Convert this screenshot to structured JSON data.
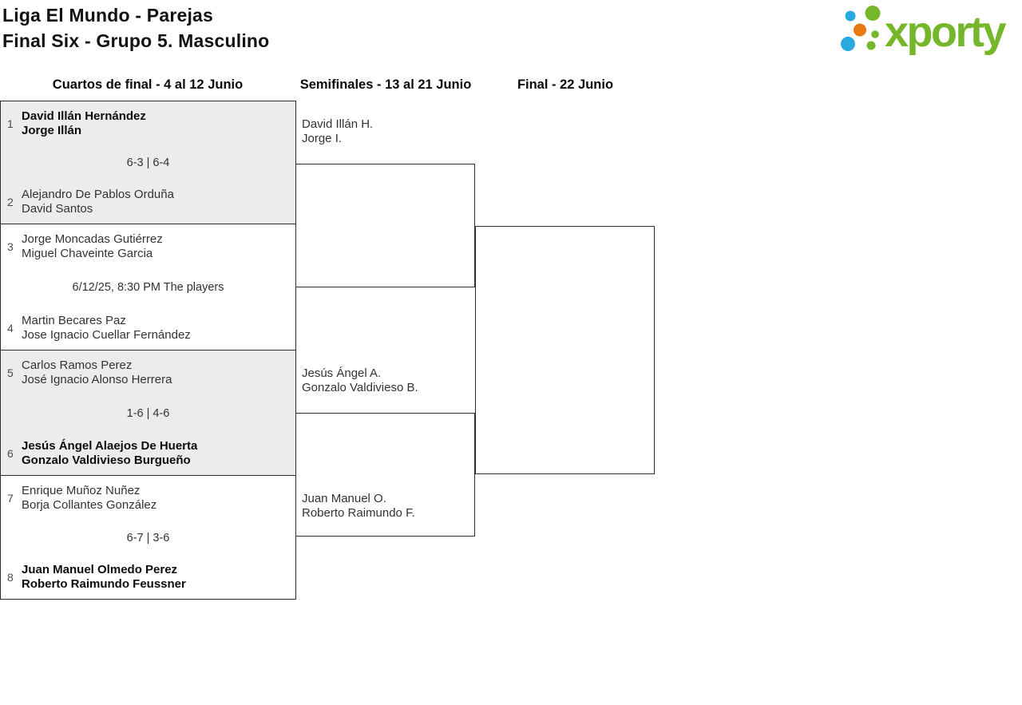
{
  "header": {
    "title_line1": "Liga El Mundo - Parejas",
    "title_line2": "Final Six - Grupo 5. Masculino"
  },
  "logo": {
    "text": "xporty",
    "colors": {
      "green": "#76b62a",
      "blue": "#29a9e0",
      "orange": "#e87913"
    }
  },
  "round_headers": [
    {
      "label": "Cuartos de final - 4 al 12 Junio"
    },
    {
      "label": "Semifinales - 13 al 21 Junio"
    },
    {
      "label": "Final - 22 Junio"
    }
  ],
  "quarterfinals": [
    {
      "team_a": {
        "seed": "1",
        "players": [
          "David Illán Hernández",
          "Jorge Illán"
        ],
        "winner": true
      },
      "center": "6-3 | 6-4",
      "team_b": {
        "seed": "2",
        "players": [
          "Alejandro De Pablos Orduña",
          "David Santos"
        ],
        "winner": false
      }
    },
    {
      "team_a": {
        "seed": "3",
        "players": [
          "Jorge Moncadas Gutiérrez",
          "Miguel Chaveinte Garcia"
        ],
        "winner": false
      },
      "center": "6/12/25, 8:30 PM The players",
      "team_b": {
        "seed": "4",
        "players": [
          "Martin Becares Paz",
          "Jose Ignacio Cuellar Fernández"
        ],
        "winner": false
      }
    },
    {
      "team_a": {
        "seed": "5",
        "players": [
          "Carlos Ramos Perez",
          "José Ignacio Alonso Herrera"
        ],
        "winner": false
      },
      "center": "1-6 | 4-6",
      "team_b": {
        "seed": "6",
        "players": [
          "Jesús Ángel Alaejos De Huerta",
          "Gonzalo Valdivieso Burgueño"
        ],
        "winner": true
      }
    },
    {
      "team_a": {
        "seed": "7",
        "players": [
          "Enrique Muñoz Nuñez",
          "Borja Collantes González"
        ],
        "winner": false
      },
      "center": "6-7 | 3-6",
      "team_b": {
        "seed": "8",
        "players": [
          "Juan Manuel Olmedo Perez",
          "Roberto Raimundo Feussner"
        ],
        "winner": true
      }
    }
  ],
  "semifinals": {
    "sf1_slot_a": {
      "player1": "David Illán H.",
      "player2": "Jorge I."
    },
    "sf2_slot_a": {
      "player1": "Jesús Ángel A.",
      "player2": "Gonzalo Valdivieso B."
    },
    "sf2_slot_b": {
      "player1": "Juan Manuel O.",
      "player2": "Roberto Raimundo F."
    }
  }
}
